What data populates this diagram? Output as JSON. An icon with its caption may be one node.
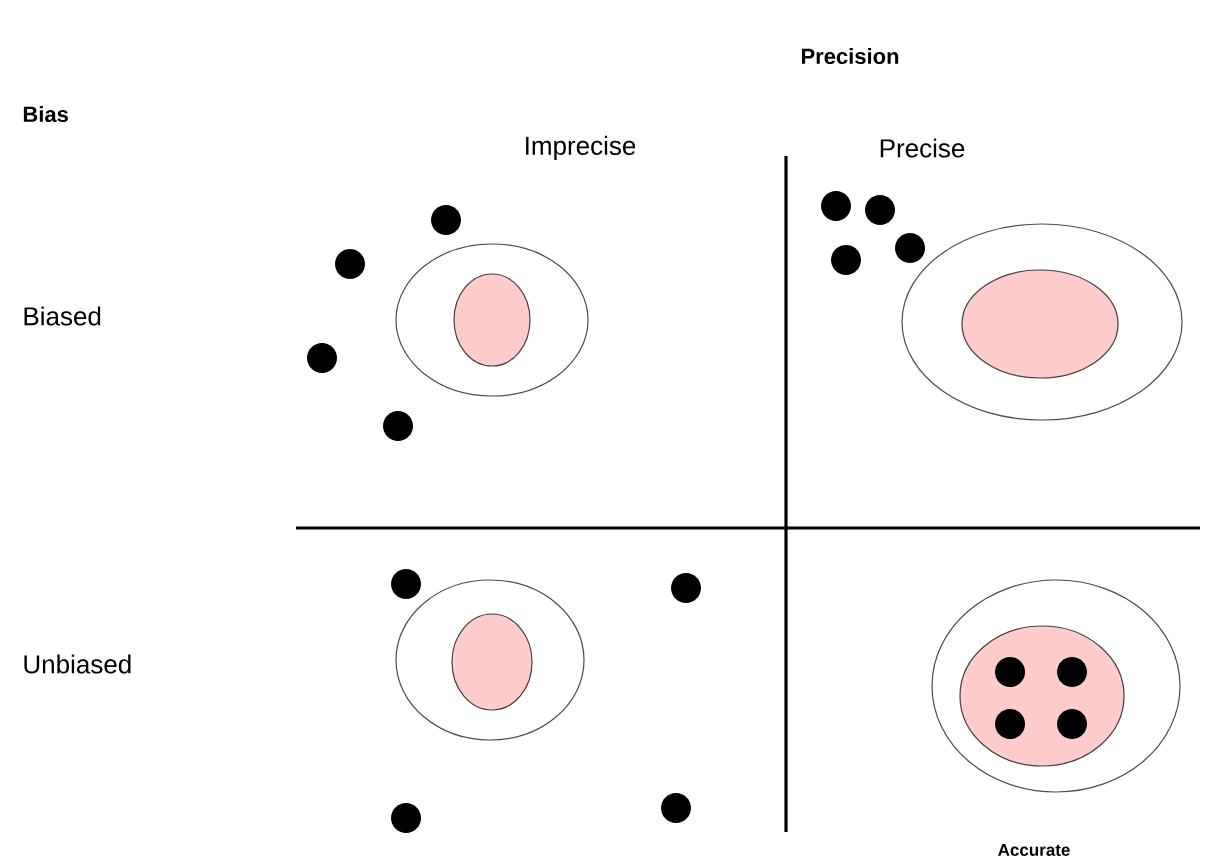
{
  "diagram": {
    "labels": [
      "Precision",
      "Bias",
      "Imprecise",
      "Precise",
      "Biased",
      "Unbiased",
      "Accurate"
    ]
  }
}
